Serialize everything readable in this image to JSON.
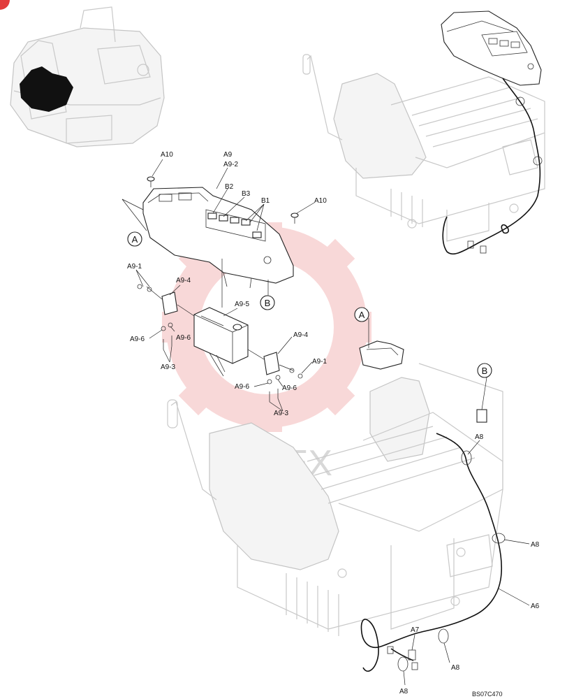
{
  "labels": {
    "a10_top": "A10",
    "a9": "A9",
    "a9_2": "A9-2",
    "b2": "B2",
    "b3": "B3",
    "b1": "B1",
    "a10_right": "A10",
    "ref_a_left": "A",
    "ref_b_left": "B",
    "a9_1_left": "A9-1",
    "a9_4_left": "A9-4",
    "a9_5": "A9-5",
    "a9_6_left1": "A9-6",
    "a9_6_left2": "A9-6",
    "a9_3_left": "A9-3",
    "a9_4_right": "A9-4",
    "a9_1_right": "A9-1",
    "a9_6_right1": "A9-6",
    "a9_6_right2": "A9-6",
    "a9_3_right": "A9-3",
    "ref_a_right": "A",
    "ref_b_right": "B",
    "a8_1": "A8",
    "a8_2": "A8",
    "a6": "A6",
    "a7": "A7",
    "a8_3": "A8",
    "a8_4": "A8"
  },
  "watermark": "ИНТЕХ",
  "drawing_code": "BS07C470",
  "colors": {
    "watermark_gear": "#f4b9b9",
    "corner_badge": "#e23b3b",
    "ghost_line": "#c8c8c8",
    "ink": "#222222"
  }
}
